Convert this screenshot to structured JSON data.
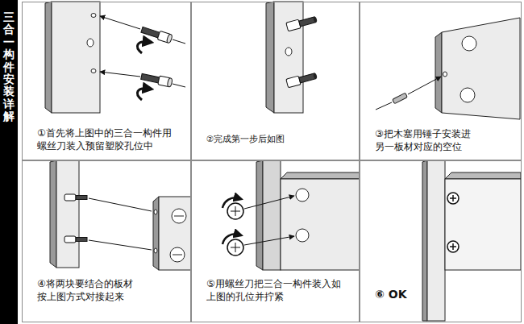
{
  "diagram": {
    "title": "三合一构件安装详解",
    "nodes": [
      {
        "text": [
          "①首先将上图中的三合一构件用 螺丝刀装入预留塑胶孔位中"
        ]
      },
      {
        "text": [
          "②完成第一步后如图"
        ]
      },
      {
        "text": [
          "③把木塞用锤子安装进 另一板材对应的空位"
        ]
      },
      {
        "text": [
          "④将两块要结合的板材 按上图方式对接起来"
        ]
      },
      {
        "text": [
          "⑤用螺丝刀把三合一构件装入如 上图的孔位并拧紧"
        ]
      },
      {
        "text": [
          "⑥ OK"
        ]
      }
    ]
  }
}
